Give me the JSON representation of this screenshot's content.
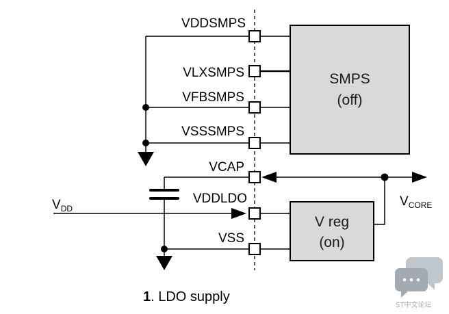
{
  "pins": {
    "vddsmps": "VDDSMPS",
    "vlxsmps": "VLXSMPS",
    "vfbsmps": "VFBSMPS",
    "vsssmps": "VSSSMPS",
    "vcap": "VCAP",
    "vddldo": "VDDLDO",
    "vss": "VSS"
  },
  "external": {
    "vdd_main": "V",
    "vdd_sub": "DD",
    "vcore_main": "V",
    "vcore_sub": "CORE"
  },
  "smps_block": {
    "line1": "SMPS",
    "line2": "(off)"
  },
  "vreg_block": {
    "line1": "V reg",
    "line2": "(on)"
  },
  "caption": {
    "number": "1",
    "text": ". LDO supply"
  },
  "watermark": {
    "text": "ST中文论坛"
  },
  "colors": {
    "block_fill": "#d9d9d9",
    "line": "#000000",
    "watermark": "#a7b0b8"
  }
}
